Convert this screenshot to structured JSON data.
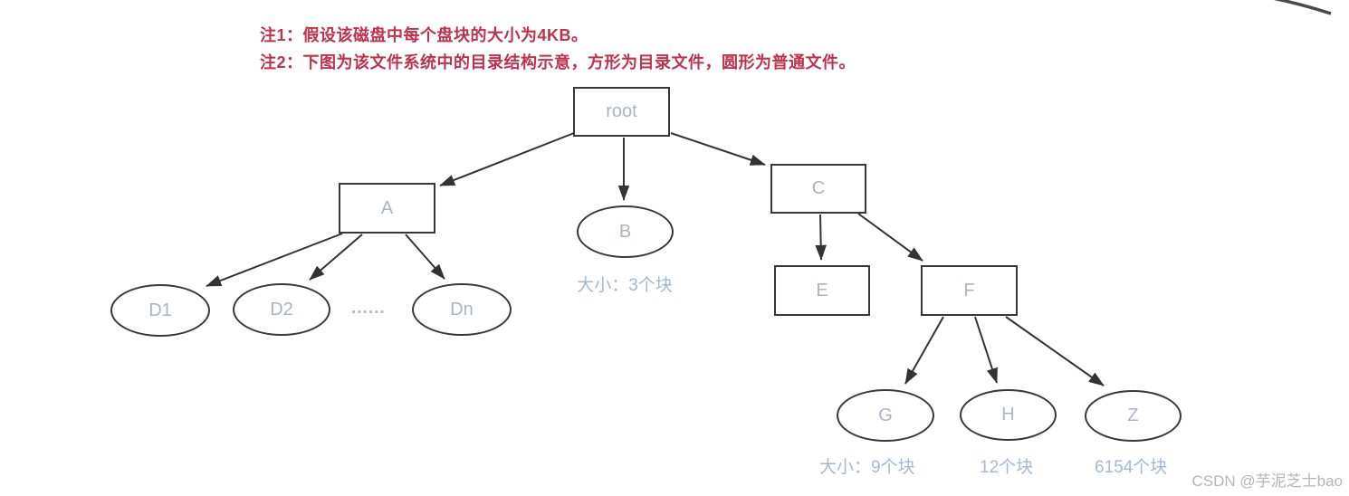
{
  "notes": {
    "note1": "注1：假设该磁盘中每个盘块的大小为4KB。",
    "note2": "注2：下图为该文件系统中的目录结构示意，方形为目录文件，圆形为普通文件。"
  },
  "tree": {
    "nodes": {
      "root": {
        "label": "root",
        "shape": "rectangle",
        "type": "目录文件"
      },
      "A": {
        "label": "A",
        "shape": "rectangle",
        "type": "目录文件"
      },
      "B": {
        "label": "B",
        "shape": "ellipse",
        "type": "普通文件",
        "size": "大小：3个块"
      },
      "C": {
        "label": "C",
        "shape": "rectangle",
        "type": "目录文件"
      },
      "D1": {
        "label": "D1",
        "shape": "ellipse",
        "type": "普通文件"
      },
      "D2": {
        "label": "D2",
        "shape": "ellipse",
        "type": "普通文件"
      },
      "Dn": {
        "label": "Dn",
        "shape": "ellipse",
        "type": "普通文件"
      },
      "E": {
        "label": "E",
        "shape": "rectangle",
        "type": "目录文件"
      },
      "F": {
        "label": "F",
        "shape": "rectangle",
        "type": "目录文件"
      },
      "G": {
        "label": "G",
        "shape": "ellipse",
        "type": "普通文件",
        "size": "大小：9个块"
      },
      "H": {
        "label": "H",
        "shape": "ellipse",
        "type": "普通文件",
        "size": "12个块"
      },
      "Z": {
        "label": "Z",
        "shape": "ellipse",
        "type": "普通文件",
        "size": "6154个块"
      }
    },
    "ellipsis": "......",
    "edges": [
      {
        "from": "root",
        "to": "A"
      },
      {
        "from": "root",
        "to": "B"
      },
      {
        "from": "root",
        "to": "C"
      },
      {
        "from": "A",
        "to": "D1"
      },
      {
        "from": "A",
        "to": "D2"
      },
      {
        "from": "A",
        "to": "Dn"
      },
      {
        "from": "C",
        "to": "E"
      },
      {
        "from": "C",
        "to": "F"
      },
      {
        "from": "F",
        "to": "G"
      },
      {
        "from": "F",
        "to": "H"
      },
      {
        "from": "F",
        "to": "Z"
      }
    ]
  },
  "watermark": {
    "text": "CSDN @芋泥芝士bao"
  },
  "colors": {
    "note_red": "#c0314a",
    "node_label": "#a9b5c5",
    "size_label": "#a3bad2",
    "line": "#333333",
    "watermark_gray": "#b6b6b6",
    "background": "#ffffff"
  }
}
